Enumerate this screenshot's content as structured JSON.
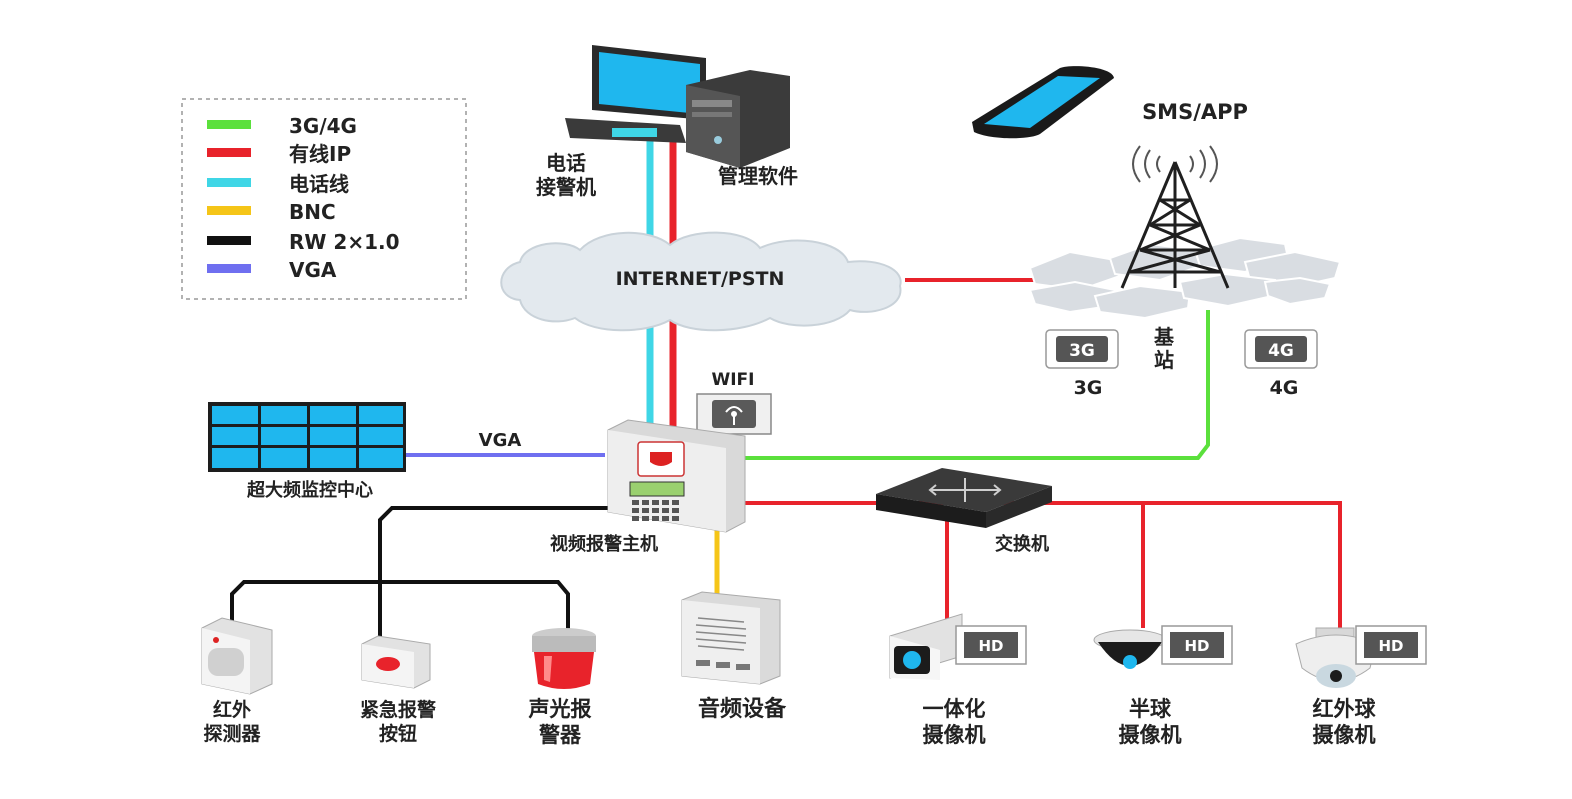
{
  "legend": {
    "items": [
      {
        "label": "3G/4G",
        "color": "#5be03c"
      },
      {
        "label": "有线IP",
        "color": "#e8232b"
      },
      {
        "label": "电话线",
        "color": "#3fd6e6"
      },
      {
        "label": "BNC",
        "color": "#f5c518"
      },
      {
        "label": "RW 2×1.0",
        "color": "#111111"
      },
      {
        "label": "VGA",
        "color": "#6f6ff0"
      }
    ]
  },
  "nodes": {
    "phone_receiver": {
      "line1": "电话",
      "line2": "接警机"
    },
    "management_software": "管理软件",
    "sms_app": "SMS/APP",
    "internet": "INTERNET/PSTN",
    "base_station": {
      "line1": "基",
      "line2": "站"
    },
    "badge_3g": "3G",
    "badge_4g": "4G",
    "label_3g": "3G",
    "label_4g": "4G",
    "wifi": "WIFI",
    "vga": "VGA",
    "monitor_center": "超大频监控中心",
    "alarm_host": "视频报警主机",
    "switch": "交换机",
    "ir_detector": {
      "line1": "红外",
      "line2": "探测器"
    },
    "emergency_button": {
      "line1": "紧急报警",
      "line2": "按钮"
    },
    "siren": {
      "line1": "声光报",
      "line2": "警器"
    },
    "audio": "音频设备",
    "integrated_camera": {
      "line1": "一体化",
      "line2": "摄像机"
    },
    "dome_camera": {
      "line1": "半球",
      "line2": "摄像机"
    },
    "ir_dome_camera": {
      "line1": "红外球",
      "line2": "摄像机"
    },
    "hd_badge": "HD"
  },
  "colors": {
    "green": "#5be03c",
    "red": "#e8232b",
    "cyan": "#3fd6e6",
    "yellow": "#f5c518",
    "black": "#111111",
    "blue": "#6f6ff0"
  }
}
